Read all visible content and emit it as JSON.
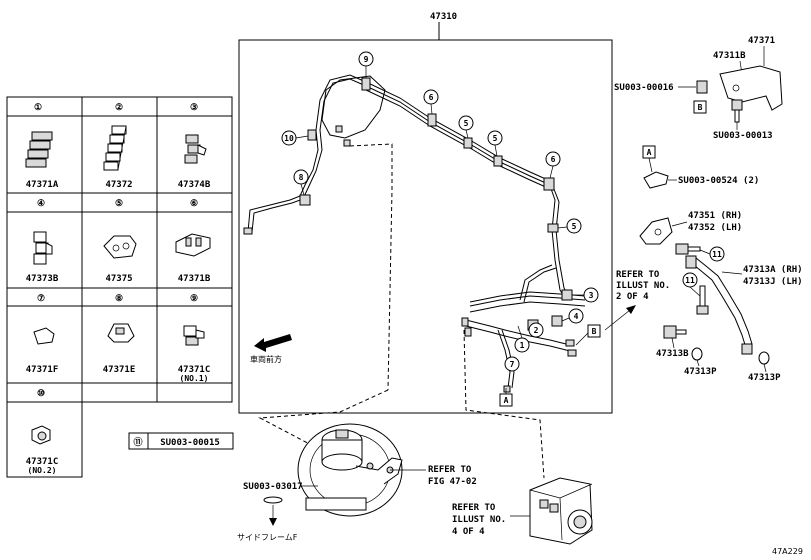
{
  "main": {
    "top_part": "47310",
    "corner_code": "47A229",
    "front_direction": "車両前方"
  },
  "legend": {
    "cells": [
      {
        "num": "①",
        "part": "47371A"
      },
      {
        "num": "②",
        "part": "47372"
      },
      {
        "num": "③",
        "part": "47374B"
      },
      {
        "num": "④",
        "part": "47373B"
      },
      {
        "num": "⑤",
        "part": "47375"
      },
      {
        "num": "⑥",
        "part": "47371B"
      },
      {
        "num": "⑦",
        "part": "47371F"
      },
      {
        "num": "⑧",
        "part": "47371E"
      },
      {
        "num": "⑨",
        "part": "47371C",
        "note": "(NO.1)"
      },
      {
        "num": "⑩",
        "part": "47371C",
        "note": "(NO.2)"
      }
    ],
    "item11": {
      "num": "⑪",
      "part": "SU003-00015"
    }
  },
  "callouts": {
    "c1": "1",
    "c2": "2",
    "c3": "3",
    "c4": "4",
    "c5a": "5",
    "c5b": "5",
    "c5c": "5",
    "c6a": "6",
    "c6b": "6",
    "c7": "7",
    "c8": "8",
    "c9": "9",
    "c10": "10",
    "c11a": "11",
    "c11b": "11"
  },
  "right_labels": {
    "p47371": "47371",
    "p47311b": "47311B",
    "su16": "SU003-00016",
    "su13": "SU003-00013",
    "su524": "SU003-00524 (2)",
    "p47351": "47351 (RH)",
    "p47352": "47352 (LH)",
    "p47313a": "47313A (RH)",
    "p47313j": "47313J (LH)",
    "p47313b": "47313B",
    "p47313p_a": "47313P",
    "p47313p_b": "47313P",
    "box_a": "A",
    "box_b": "B",
    "box_a2": "A",
    "box_b2": "B"
  },
  "refs": {
    "illust2": [
      "REFER TO",
      "ILLUST NO.",
      "2 OF 4"
    ],
    "fig": [
      "REFER TO",
      "FIG 47-02"
    ],
    "illust4": [
      "REFER TO",
      "ILLUST NO.",
      "4 OF 4"
    ]
  },
  "bottom": {
    "su3017": "SU003-03017",
    "side_frame": "サイドフレームF"
  }
}
